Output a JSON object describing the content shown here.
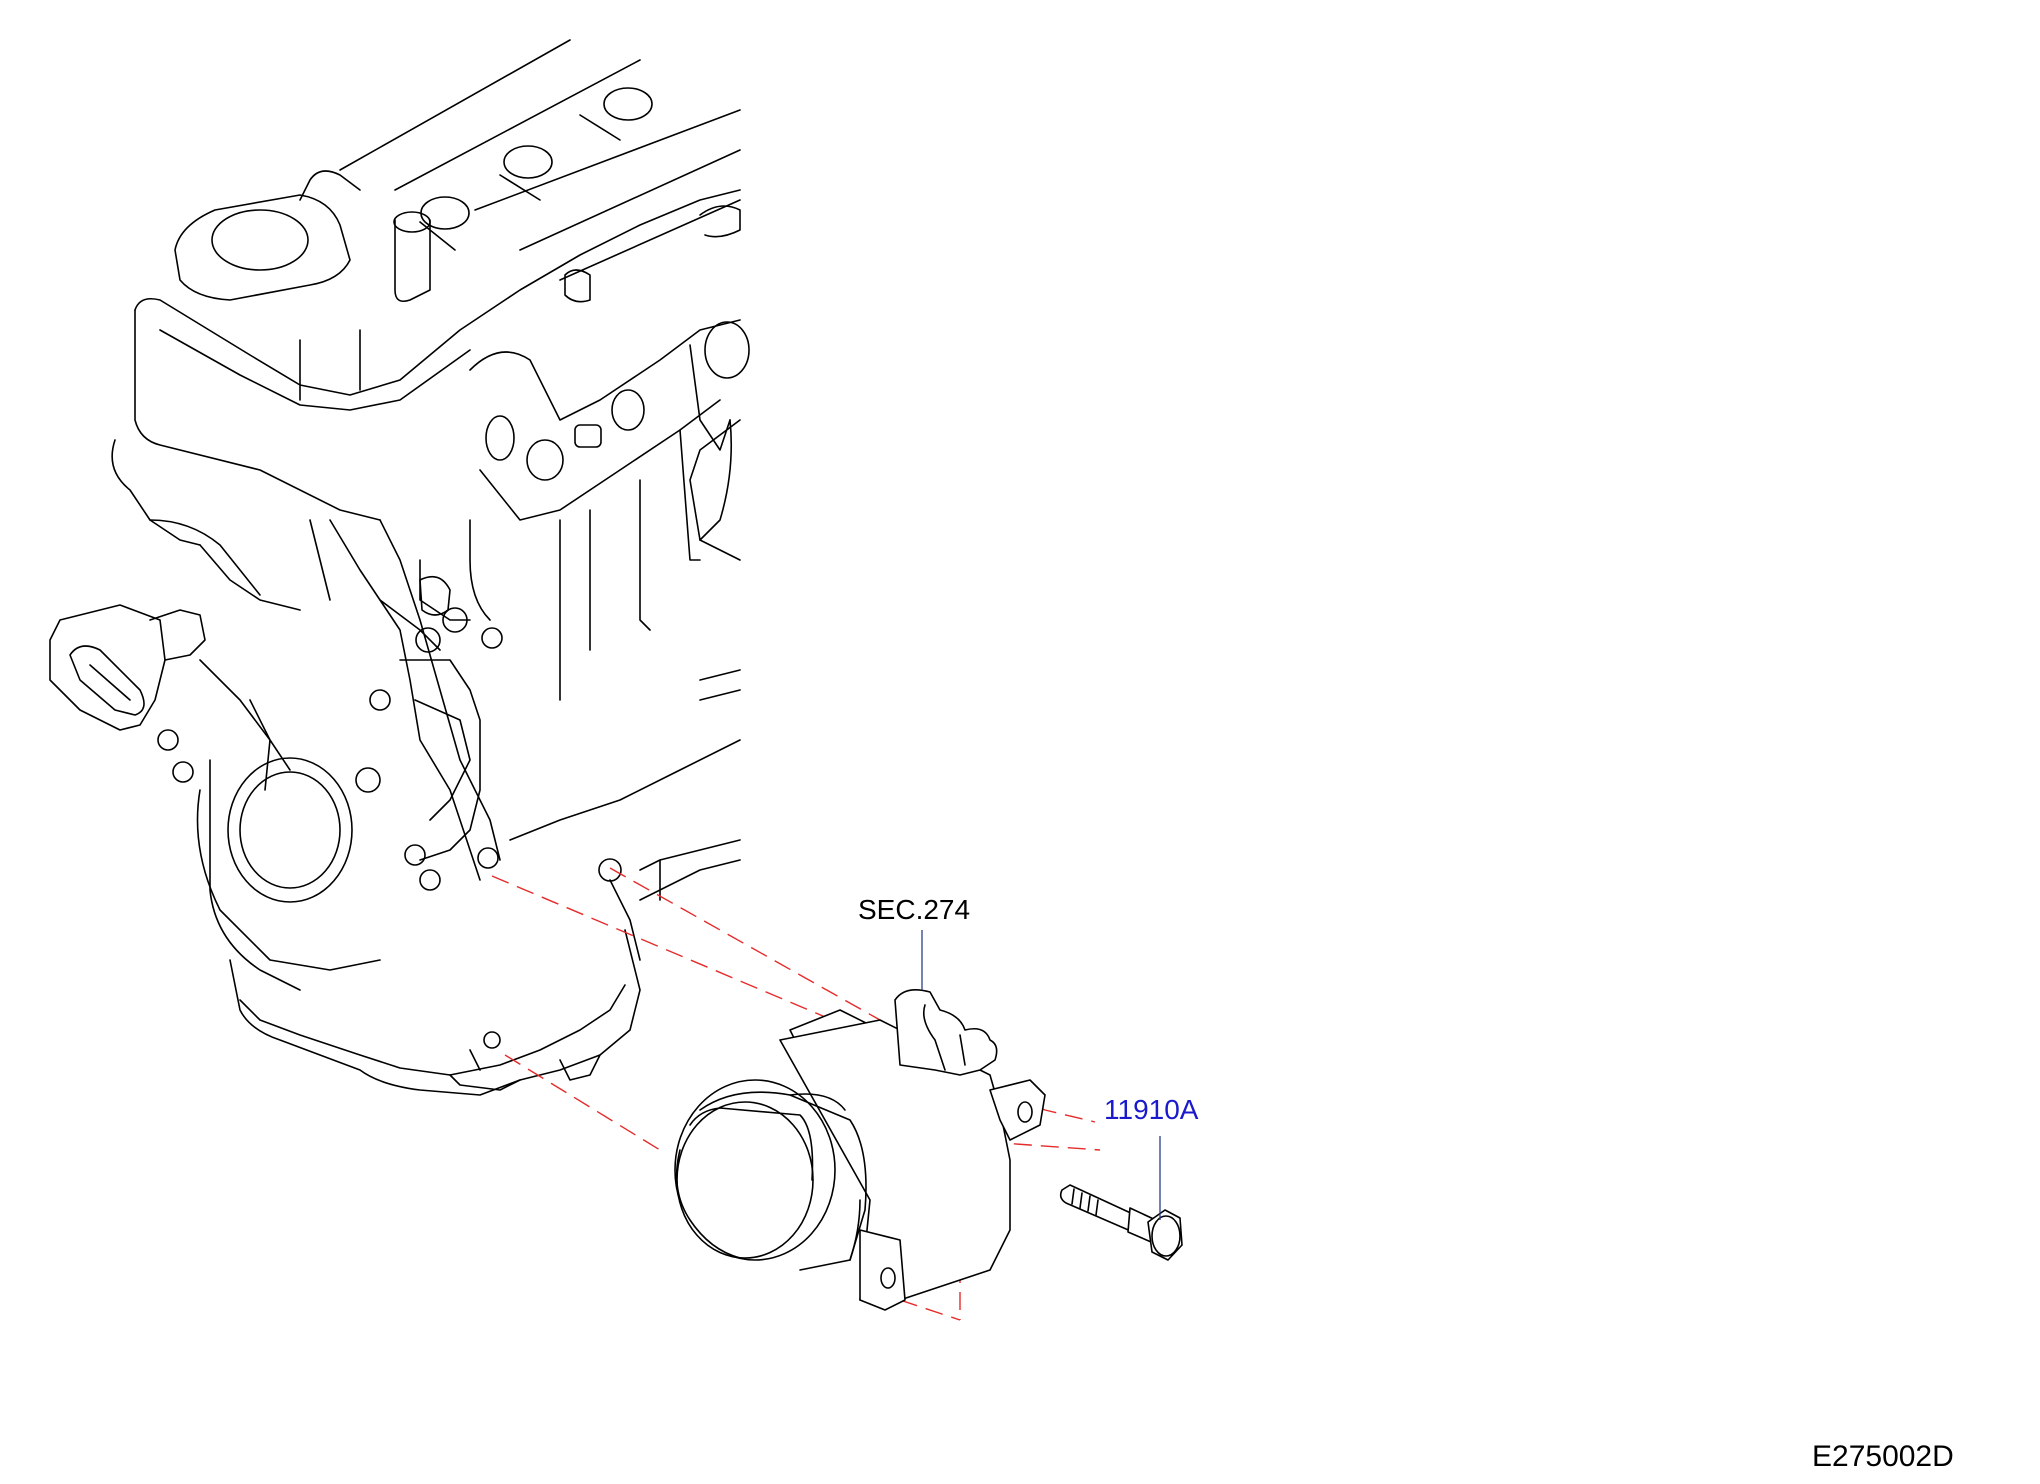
{
  "labels": {
    "sec_ref": "SEC.274",
    "part_number": "11910A",
    "diagram_code": "E275002D"
  },
  "colors": {
    "part_number": "#1a1acc",
    "sec_ref": "#000000",
    "leader": "#2b3f8c",
    "alignment_lines": "#e52b2b"
  }
}
